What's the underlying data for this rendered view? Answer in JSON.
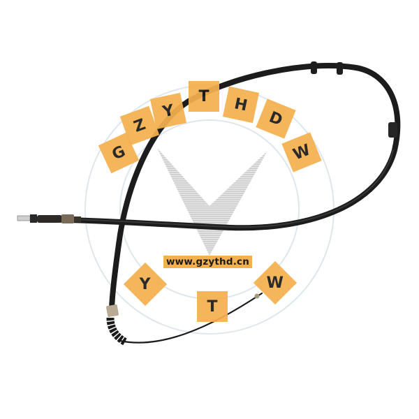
{
  "image": {
    "subject": "brake cable product photo",
    "background_color": "#ffffff",
    "cable_color": "#1c1c1c"
  },
  "watermark": {
    "accent_color": "#f4b04f",
    "ring_color": "#dfe6ee",
    "chevron_color": "#b5b5b5",
    "arc_letters": [
      "G",
      "Z",
      "Y",
      "T",
      "H",
      "D",
      "W"
    ],
    "bottom_letters": [
      "Y",
      "T",
      "W"
    ],
    "url": "www.gzythd.cn"
  }
}
